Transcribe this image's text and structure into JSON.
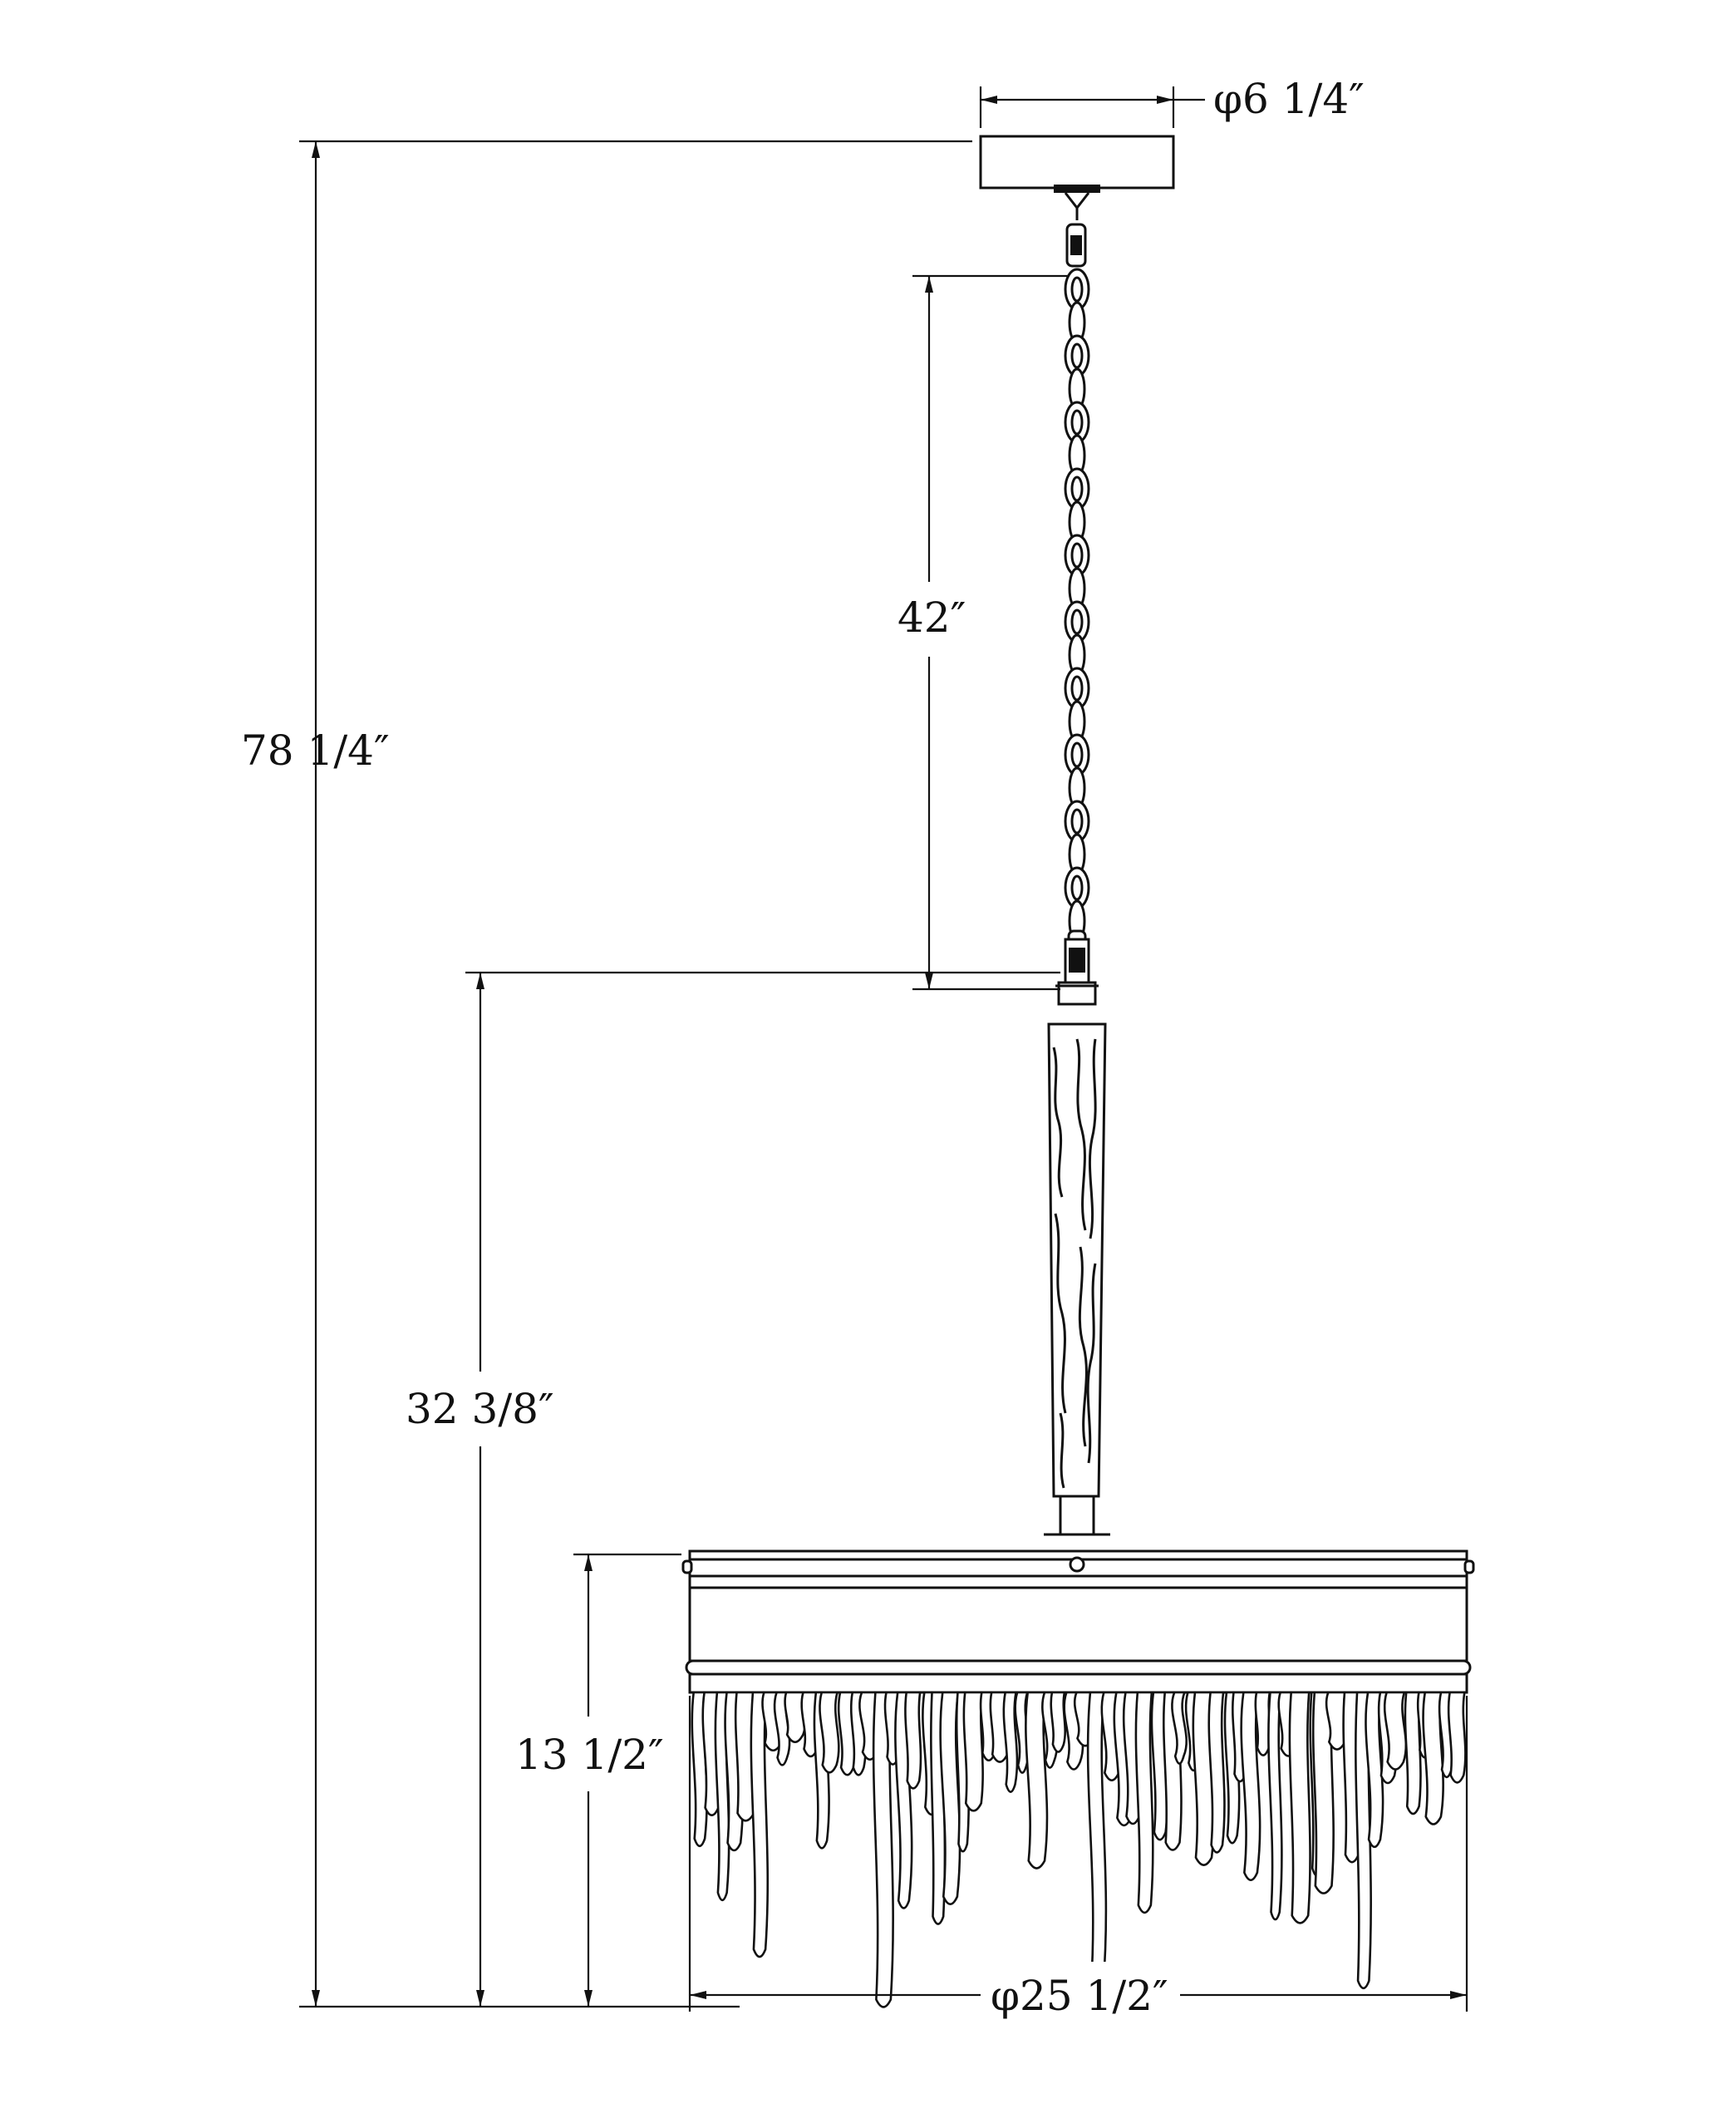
{
  "dimensions": {
    "canopy_diameter": "φ6 1/4″",
    "chain_length": "42″",
    "overall_height": "78 1/4″",
    "fixture_height": "32 3/8″",
    "body_height": "13 1/2″",
    "body_diameter": "φ25 1/2″"
  },
  "colors": {
    "line": "#111111",
    "background": "#ffffff"
  }
}
